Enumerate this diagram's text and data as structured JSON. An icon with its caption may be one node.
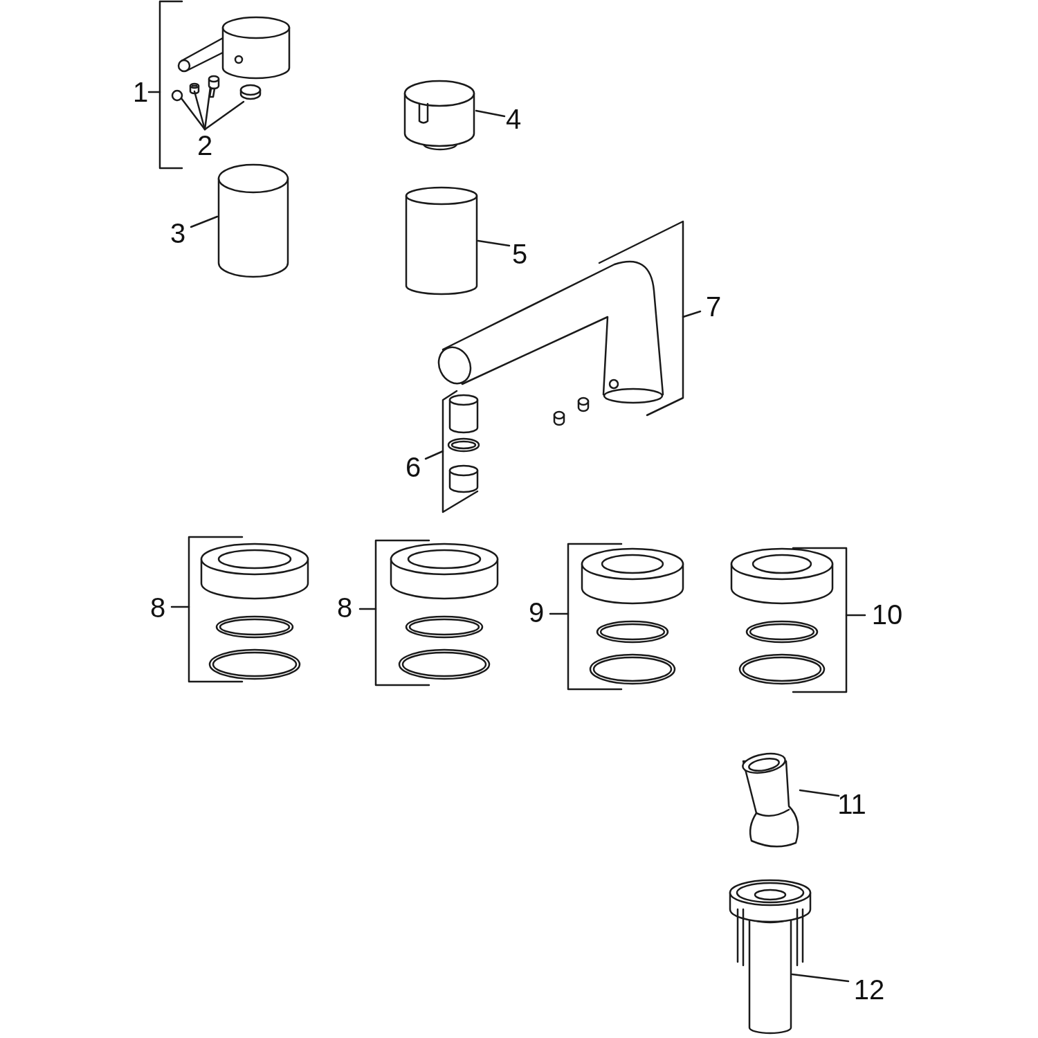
{
  "diagram": {
    "nodes": [
      {
        "text": [
          "2"
        ]
      },
      {
        "text": [],
        "shape": "circle"
      },
      {
        "text": [],
        "shape": "picture"
      },
      {
        "text": [],
        "shape": "picture"
      },
      {
        "text": [],
        "shape": "cylinder"
      },
      {
        "text": [
          "3"
        ]
      },
      {
        "text": [],
        "shape": "cylinder"
      },
      {
        "text": [
          "4"
        ]
      },
      {
        "text": [],
        "shape": "picture"
      },
      {
        "text": [
          "5"
        ]
      },
      {
        "text": [],
        "shape": "cylinder"
      },
      {
        "text": [
          "11"
        ]
      },
      {
        "text": [],
        "shape": "picture"
      },
      {
        "text": [
          "12"
        ]
      },
      {
        "text": [],
        "shape": "picture"
      }
    ],
    "edges": [
      {
        "from": 0,
        "to": 1,
        "arrow": "none"
      },
      {
        "from": 0,
        "to": 2,
        "arrow": "none"
      },
      {
        "from": 0,
        "to": 3,
        "arrow": "none"
      },
      {
        "from": 0,
        "to": 4,
        "arrow": "none"
      },
      {
        "from": 5,
        "to": 6,
        "arrow": "none"
      },
      {
        "from": 7,
        "to": 8,
        "arrow": "none"
      },
      {
        "from": 9,
        "to": 10,
        "arrow": "none"
      },
      {
        "from": 11,
        "to": 12,
        "arrow": "none"
      },
      {
        "from": 13,
        "to": 14,
        "arrow": "none"
      }
    ],
    "labels": [
      "1",
      "6",
      "7",
      "8",
      "8",
      "9",
      "10"
    ]
  }
}
